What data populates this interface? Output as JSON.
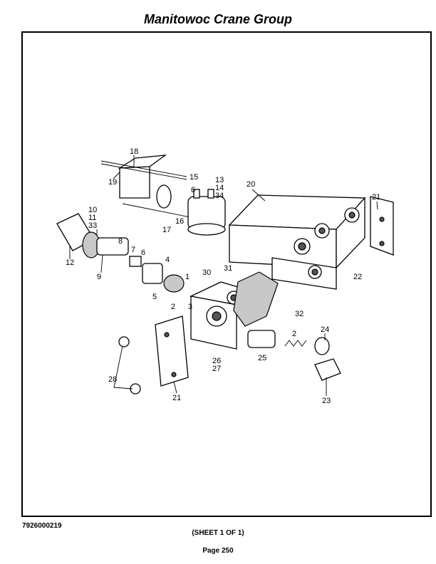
{
  "header": {
    "title": "Manitowoc Crane Group"
  },
  "footer": {
    "document_number": "7926000219",
    "sheet": "(SHEET 1 OF 1)",
    "page": "Page 250"
  },
  "diagram": {
    "callouts": [
      "18",
      "19",
      "15",
      "6",
      "13",
      "14",
      "34",
      "20",
      "21",
      "10",
      "11",
      "33",
      "17",
      "16",
      "8",
      "7",
      "6",
      "4",
      "12",
      "9",
      "1",
      "31",
      "30",
      "22",
      "5",
      "2",
      "3",
      "32",
      "24",
      "2",
      "28",
      "26",
      "27",
      "25",
      "23",
      "21"
    ]
  }
}
